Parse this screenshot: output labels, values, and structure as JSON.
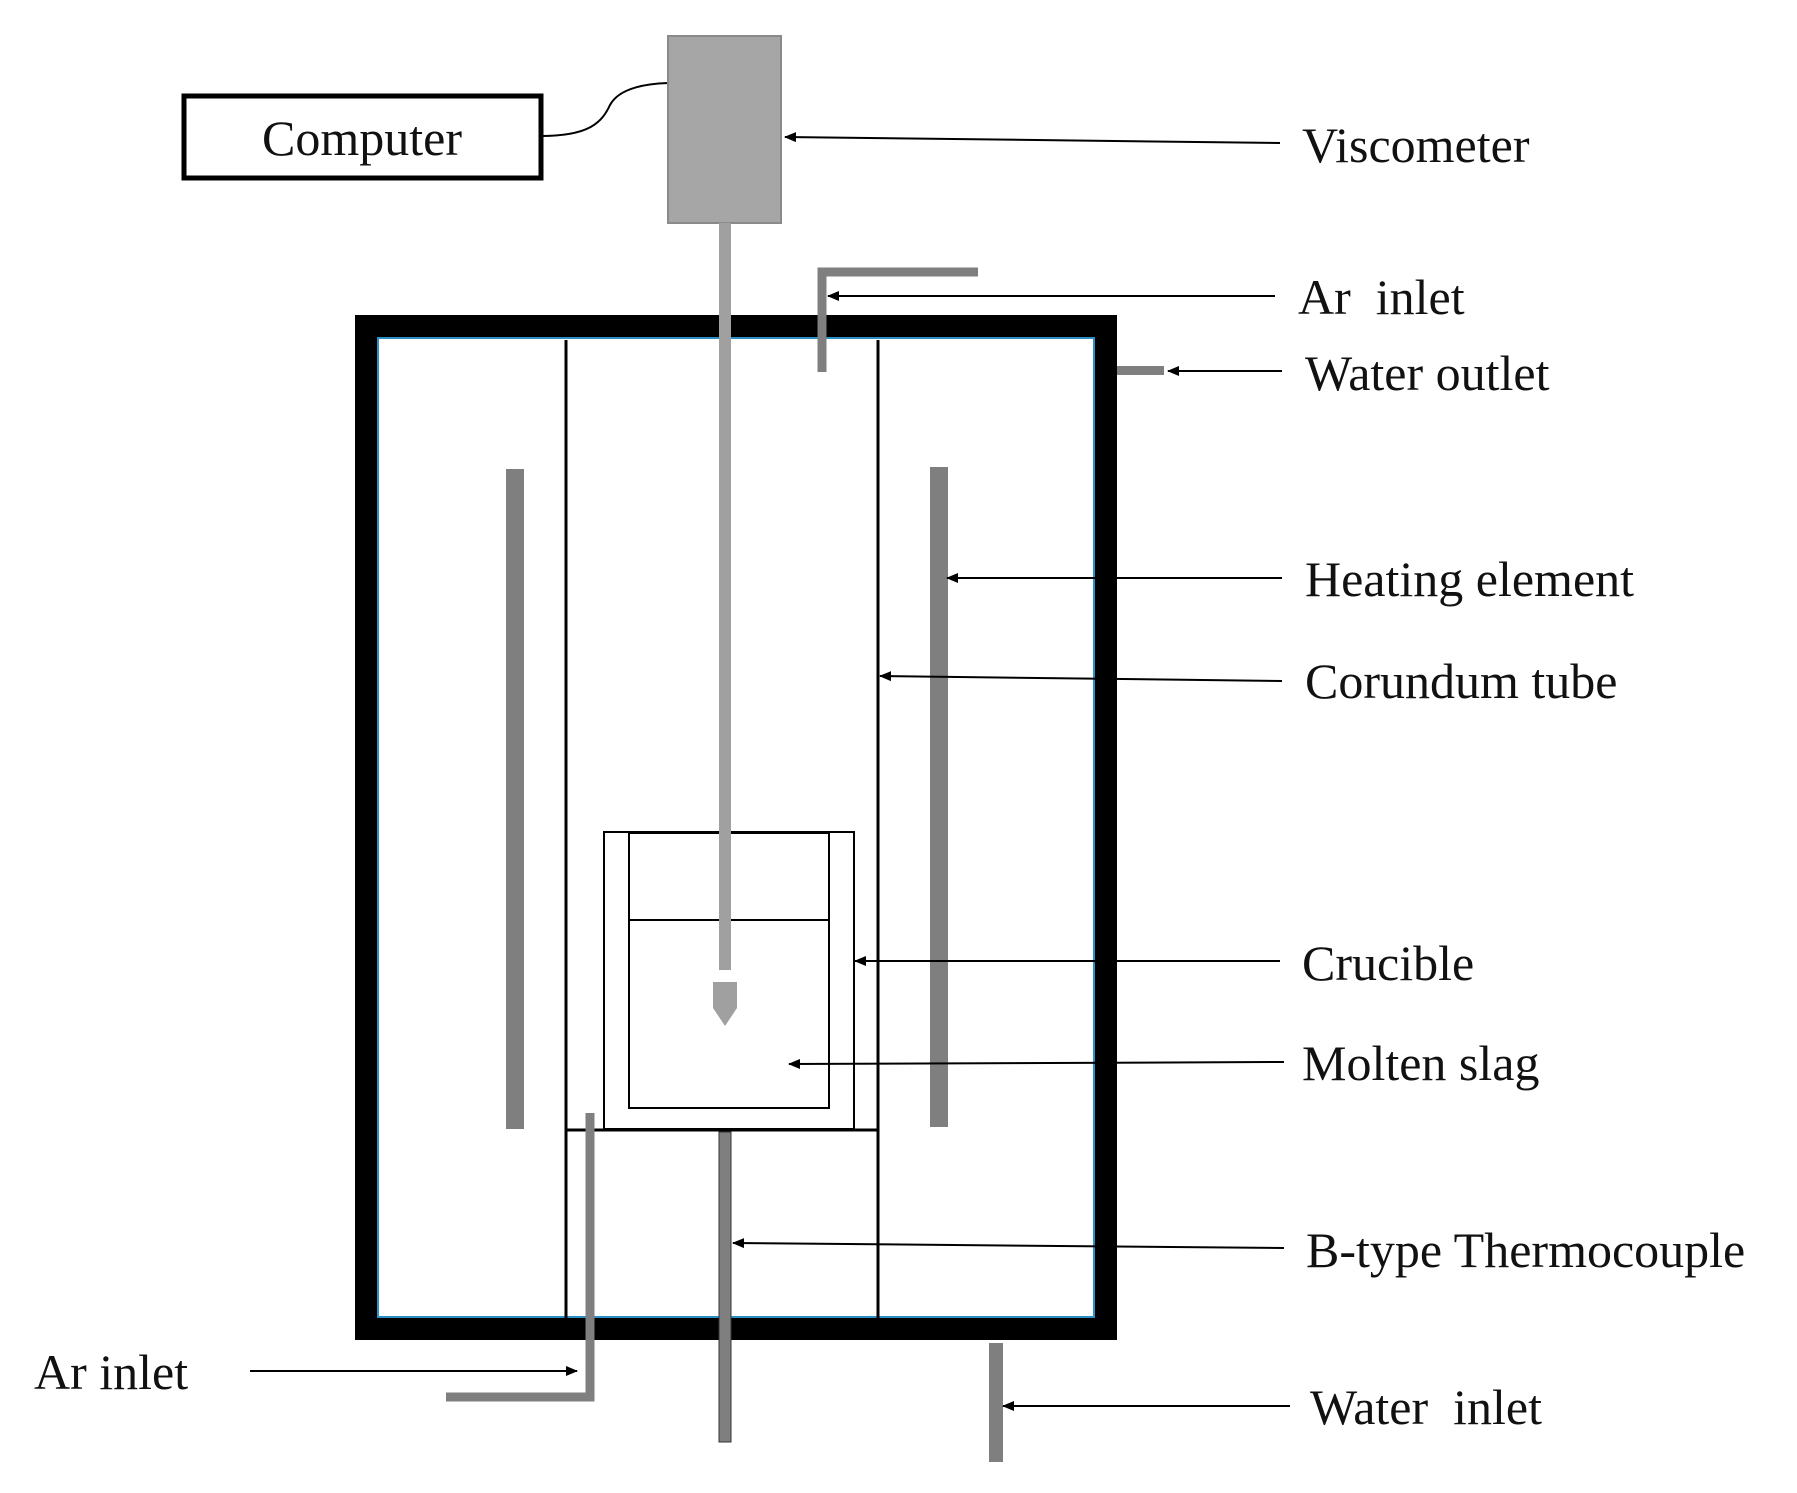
{
  "labels": {
    "computer": "Computer",
    "viscometer": "Viscometer",
    "ar_inlet_top": "Ar  inlet",
    "water_outlet": "Water outlet",
    "heating_element": "Heating element",
    "corundum_tube": "Corundum tube",
    "crucible": "Crucible",
    "molten_slag": "Molten slag",
    "thermocouple": "B-type Thermocouple",
    "ar_inlet_bottom": "Ar inlet",
    "water_inlet": "Water  inlet"
  },
  "colors": {
    "furnace_wall": "#000000",
    "inner_edge": "#2a8fc4",
    "rods": "#7f7f7f",
    "viscometer_body": "#a6a6a6",
    "shaft": "#a0a0a0",
    "leader_lines": "#000000"
  }
}
